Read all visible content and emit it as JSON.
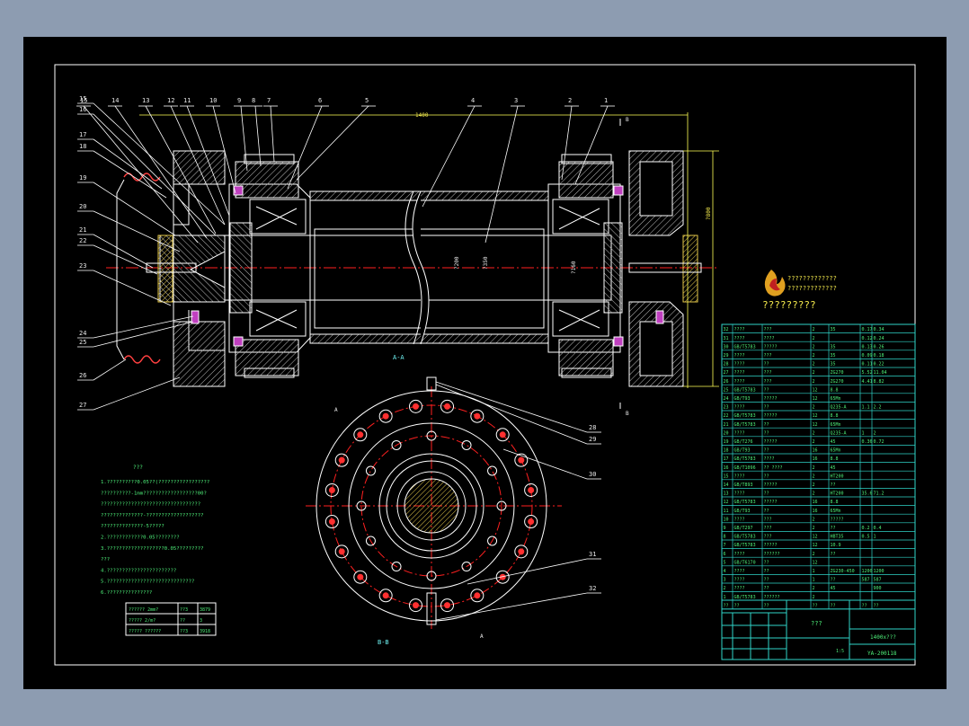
{
  "colors": {
    "background": "#8d9cb1",
    "sheet": "#000000",
    "line": "#ffffff",
    "centerline": "#ff2020",
    "leader": "#ffffff",
    "dimension": "#ffff55",
    "text": "#4ef07a",
    "table": "#2fd4c8",
    "hatch": "#c8c8c8",
    "accent": "#e0a020"
  },
  "balloons": {
    "top": [
      "1",
      "2",
      "3",
      "4",
      "5",
      "6",
      "7",
      "8",
      "9",
      "10",
      "11",
      "12",
      "13",
      "14",
      "15"
    ],
    "left": [
      "15",
      "16",
      "17",
      "18",
      "19",
      "20",
      "21",
      "22",
      "23",
      "24",
      "25",
      "26",
      "27"
    ],
    "section_bb": [
      "28",
      "29",
      "30",
      "31",
      "32"
    ]
  },
  "section_labels": {
    "aa": "A-A",
    "bb": "B-B",
    "a_mark": "A",
    "b_mark": "B"
  },
  "notes": {
    "title": "???",
    "lines": [
      "1.??????????0.05??(?????????????????",
      "  ??????????-1mm??????????????????00?",
      "  ?????????????????????????????????",
      "  ??????????????-???????????????????",
      "  ??????????????-5?????",
      "2.????????????0.05????????",
      "3.???????????????????0.05?????????",
      "  ???",
      "4.???????????????????????",
      "5.?????????????????????????????",
      "6.???????????????"
    ]
  },
  "spec_table": {
    "rows": [
      [
        "?????? 2mm?",
        "??3",
        "3879"
      ],
      [
        "????? 2/m?",
        "??",
        "3"
      ],
      [
        "????? ??????",
        "??3",
        "3918"
      ]
    ]
  },
  "logo_text": {
    "line1": "?????????????",
    "line2": "?????????????",
    "line3": "?????????"
  },
  "bom": {
    "rows": [
      [
        "32",
        "????",
        "???",
        "2",
        "35",
        "0.17",
        "0.34"
      ],
      [
        "31",
        "????",
        "????",
        "2",
        "",
        "0.12",
        "0.24"
      ],
      [
        "30",
        "GB/T5783",
        "?????",
        "2",
        "35",
        "0.13",
        "0.26"
      ],
      [
        "29",
        "????",
        "???",
        "2",
        "35",
        "0.09",
        "0.18"
      ],
      [
        "28",
        "????",
        "??",
        "2",
        "35",
        "0.11",
        "0.22"
      ],
      [
        "27",
        "????",
        "???",
        "2",
        "ZG270",
        "5.52",
        "11.04"
      ],
      [
        "26",
        "????",
        "???",
        "2",
        "ZG270",
        "4.41",
        "8.82"
      ],
      [
        "25",
        "GB/T5783",
        "??",
        "12",
        "8.8",
        "",
        ""
      ],
      [
        "24",
        "GB/T93",
        "?????",
        "12",
        "65Mn",
        "",
        ""
      ],
      [
        "23",
        "????",
        "??",
        "2",
        "Q235-A",
        "1.1",
        "2.2"
      ],
      [
        "22",
        "GB/T5783",
        "?????",
        "12",
        "8.8",
        "",
        ""
      ],
      [
        "21",
        "GB/T5783",
        "??",
        "12",
        "65Mn",
        "",
        ""
      ],
      [
        "20",
        "????",
        "??",
        "2",
        "Q235-A",
        "1",
        "2"
      ],
      [
        "19",
        "GB/T276",
        "?????",
        "2",
        "45",
        "0.36",
        "0.72"
      ],
      [
        "18",
        "GB/T93",
        "??",
        "16",
        "65Mn",
        "",
        ""
      ],
      [
        "17",
        "GB/T5783",
        "????",
        "16",
        "8.8",
        "",
        ""
      ],
      [
        "16",
        "GB/T1096",
        "?? ????",
        "2",
        "45",
        "",
        ""
      ],
      [
        "15",
        "????",
        "??",
        "2",
        "HT200",
        "",
        ""
      ],
      [
        "14",
        "GB/T893",
        "?????",
        "2",
        "??",
        "",
        ""
      ],
      [
        "13",
        "????",
        "??",
        "2",
        "HT200",
        "35.6",
        "71.2"
      ],
      [
        "12",
        "GB/T5783",
        "?????",
        "16",
        "8.8",
        "",
        ""
      ],
      [
        "11",
        "GB/T93",
        "??",
        "16",
        "65Mn",
        "",
        ""
      ],
      [
        "10",
        "????",
        "???",
        "2",
        "?????",
        "",
        ""
      ],
      [
        "9",
        "GB/T297",
        "???",
        "2",
        "??",
        "0.2",
        "0.4"
      ],
      [
        "8",
        "GB/T5783",
        "???",
        "12",
        "HBT35",
        "0.5",
        "1"
      ],
      [
        "7",
        "GB/T5783",
        "?????",
        "12",
        "10.9",
        "",
        ""
      ],
      [
        "6",
        "????",
        "??????",
        "2",
        "??",
        "",
        ""
      ],
      [
        "5",
        "GB/T6170",
        "??",
        "12",
        "",
        "",
        ""
      ],
      [
        "4",
        "????",
        "??",
        "1",
        "ZG230-450",
        "1200",
        "1200"
      ],
      [
        "3",
        "????",
        "??",
        "1",
        "??",
        "587",
        "587"
      ],
      [
        "2",
        "????",
        "??",
        "2",
        "45",
        "",
        "900"
      ],
      [
        "1",
        "GB/T5783",
        "??????",
        "2",
        "",
        "",
        ""
      ]
    ],
    "header": [
      "??",
      "??",
      "??",
      "??",
      "??",
      "??",
      "??"
    ],
    "title": "???",
    "code": "YA-200118",
    "scale": "1:5",
    "material": "1400x???"
  }
}
